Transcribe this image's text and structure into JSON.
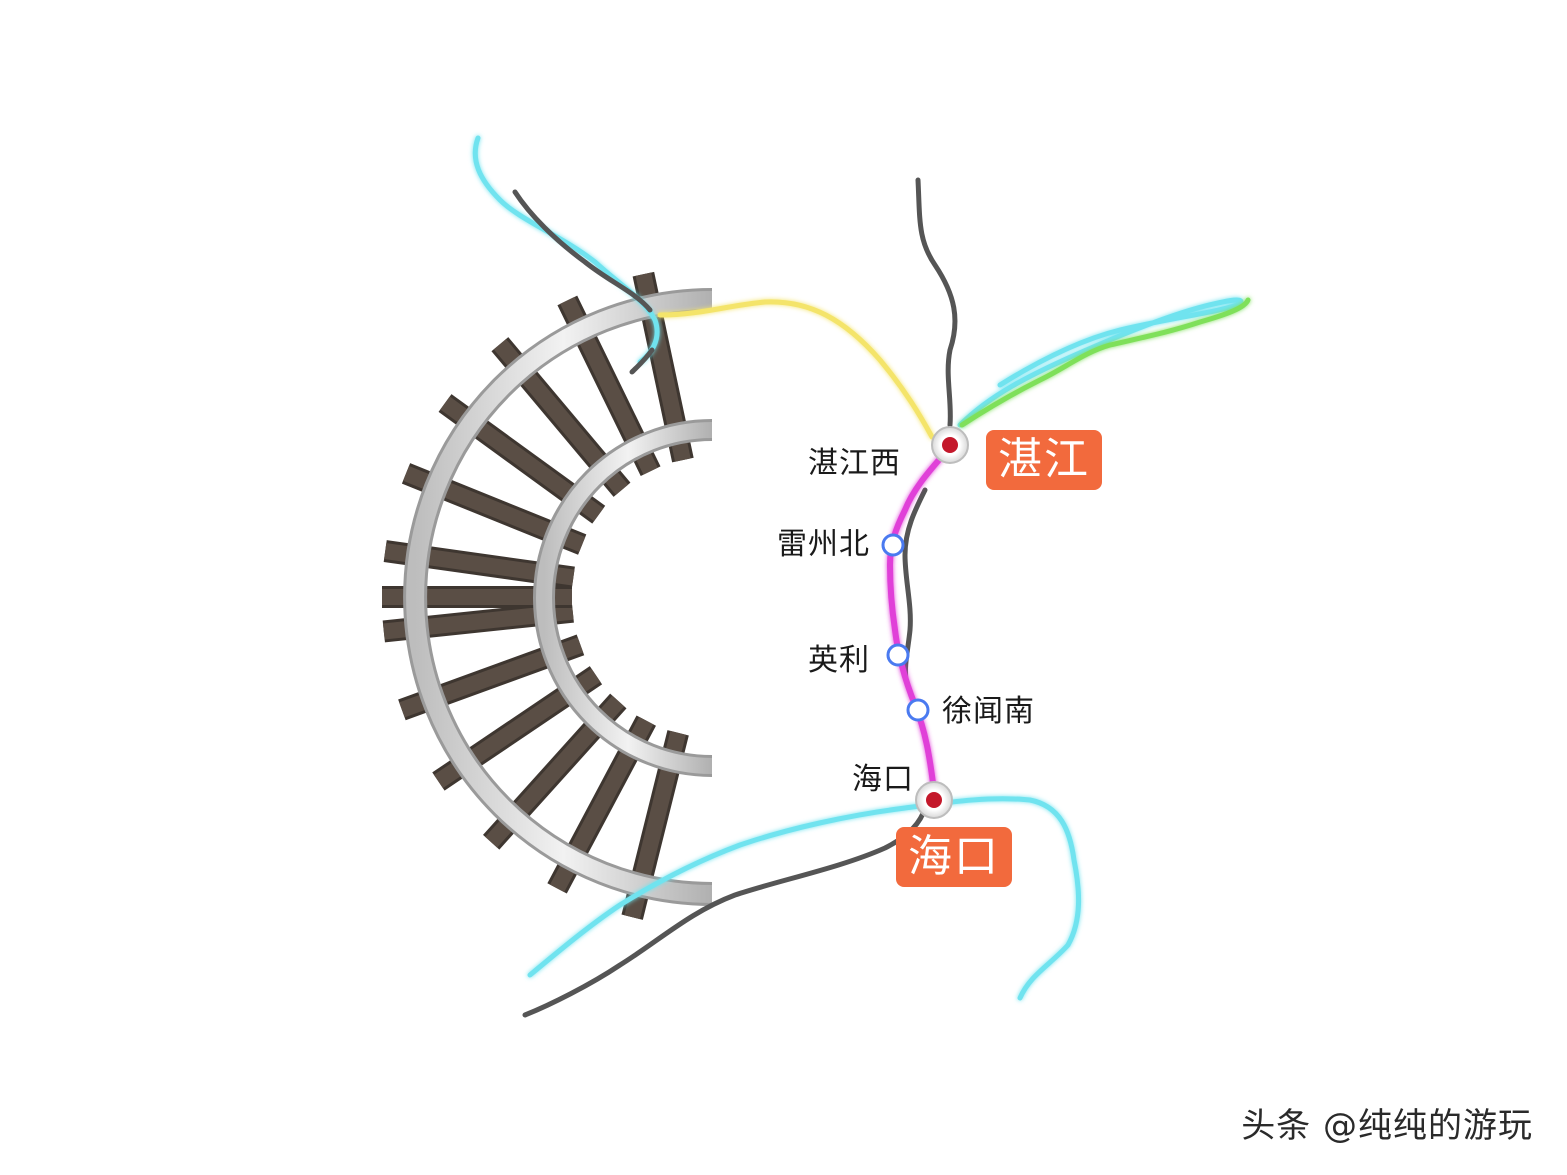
{
  "stations": {
    "zhanjiang_west": "湛江西",
    "leizhou_north": "雷州北",
    "yingli": "英利",
    "xuwen_south": "徐闻南",
    "haikou": "海口"
  },
  "cities": {
    "zhanjiang": "湛江",
    "haikou": "海口"
  },
  "watermark": "头条 @纯纯的游玩",
  "colors": {
    "highspeed_line": "#e040d8",
    "existing_rail": "#555555",
    "coast_water": "#6fe3ef",
    "yellow_route": "#f4e46a",
    "green_route": "#7fe05a",
    "city_badge": "#f26a3d",
    "station_ring": "#4a7af0",
    "terminal_dot": "#c4182b"
  },
  "icons": [
    "railway-track-arc-icon",
    "terminal-station-icon",
    "intermediate-station-icon"
  ]
}
